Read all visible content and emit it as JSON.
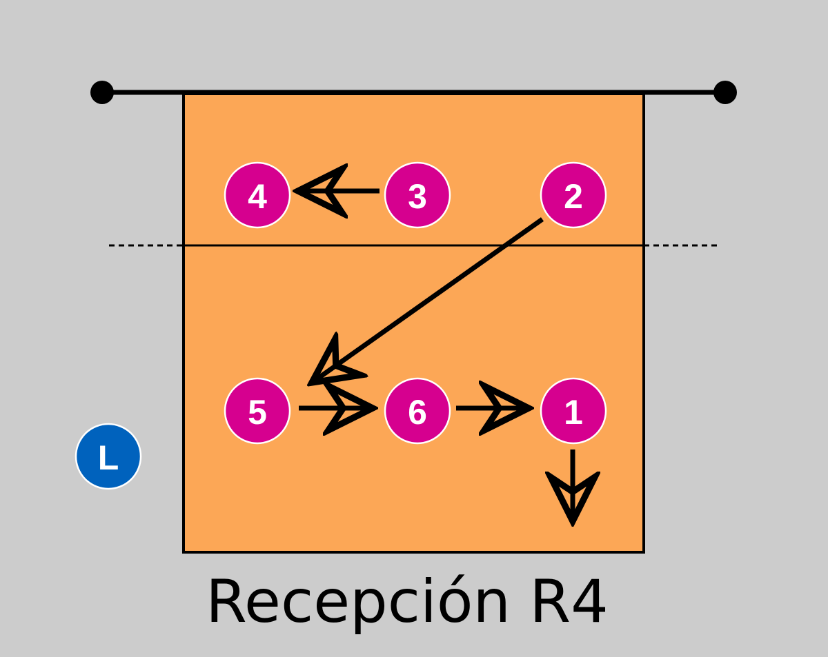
{
  "colors": {
    "background": "#cccccc",
    "court": "#fca756",
    "player": "#d6008f",
    "libero": "#0062bd",
    "lines": "#000000"
  },
  "players": {
    "p1": {
      "label": "1"
    },
    "p2": {
      "label": "2"
    },
    "p3": {
      "label": "3"
    },
    "p4": {
      "label": "4"
    },
    "p5": {
      "label": "5"
    },
    "p6": {
      "label": "6"
    }
  },
  "libero": {
    "label": "L"
  },
  "caption": "Recepción R4"
}
